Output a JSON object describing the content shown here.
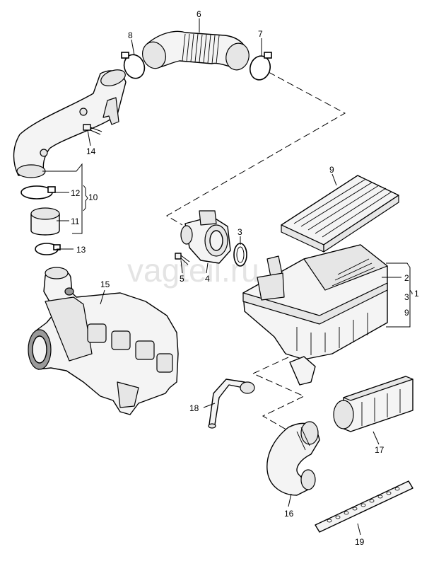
{
  "watermark": "vagteil.ru",
  "callouts": {
    "c1": "1",
    "c2": "2",
    "c3a": "3",
    "c3b": "3",
    "c4": "4",
    "c5": "5",
    "c6": "6",
    "c7": "7",
    "c8": "8",
    "c9a": "9",
    "c9b": "9",
    "c10": "10",
    "c11": "11",
    "c12": "12",
    "c13": "13",
    "c14": "14",
    "c15": "15",
    "c16": "16",
    "c17": "17",
    "c18": "18",
    "c19": "19"
  }
}
